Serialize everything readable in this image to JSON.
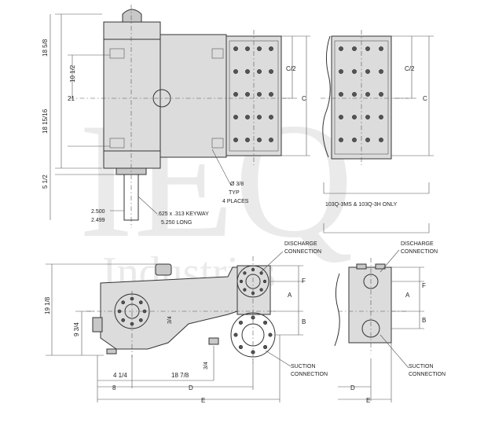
{
  "watermark": {
    "logo_text": "IEQ",
    "subtitle": "Industries"
  },
  "top_view": {
    "dims": {
      "upper_height": "18 5/8",
      "mid_height": "10 1/2",
      "total_height": "21",
      "lower_height": "18 15/16",
      "shaft_ext": "5 1/2",
      "c_half": "C/2",
      "c_full": "C"
    },
    "hole_note": [
      "Ø 3/8",
      "TYP",
      "4 PLACES"
    ],
    "shaft_dia": [
      "2.500",
      "2.499"
    ],
    "keyway_note": [
      ".625 x .313 KEYWAY",
      "5.250 LONG"
    ]
  },
  "alt_top_view": {
    "dims": {
      "c_half": "C/2",
      "c_full": "C"
    },
    "caption": "103Q-3MS & 103Q-3H ONLY"
  },
  "side_view": {
    "dims": {
      "height": "19 1/8",
      "shaft_center": "9 3/4",
      "foot_a": "3/4",
      "foot_b": "3/4",
      "foot_offset": "4 1/4",
      "span": "18 7/8",
      "left": "8",
      "d": "D",
      "e": "E",
      "a": "A",
      "b": "B",
      "f": "F"
    },
    "discharge_label": [
      "DISCHARGE",
      "CONNECTION"
    ],
    "suction_label": [
      "SUCTION",
      "CONNECTION"
    ]
  },
  "alt_side_view": {
    "dims": {
      "a": "A",
      "b": "B",
      "f": "F",
      "d": "D",
      "e": "E"
    },
    "discharge_label": [
      "DISCHARGE",
      "CONNECTION"
    ],
    "suction_label": [
      "SUCTION",
      "CONNECTION"
    ]
  }
}
